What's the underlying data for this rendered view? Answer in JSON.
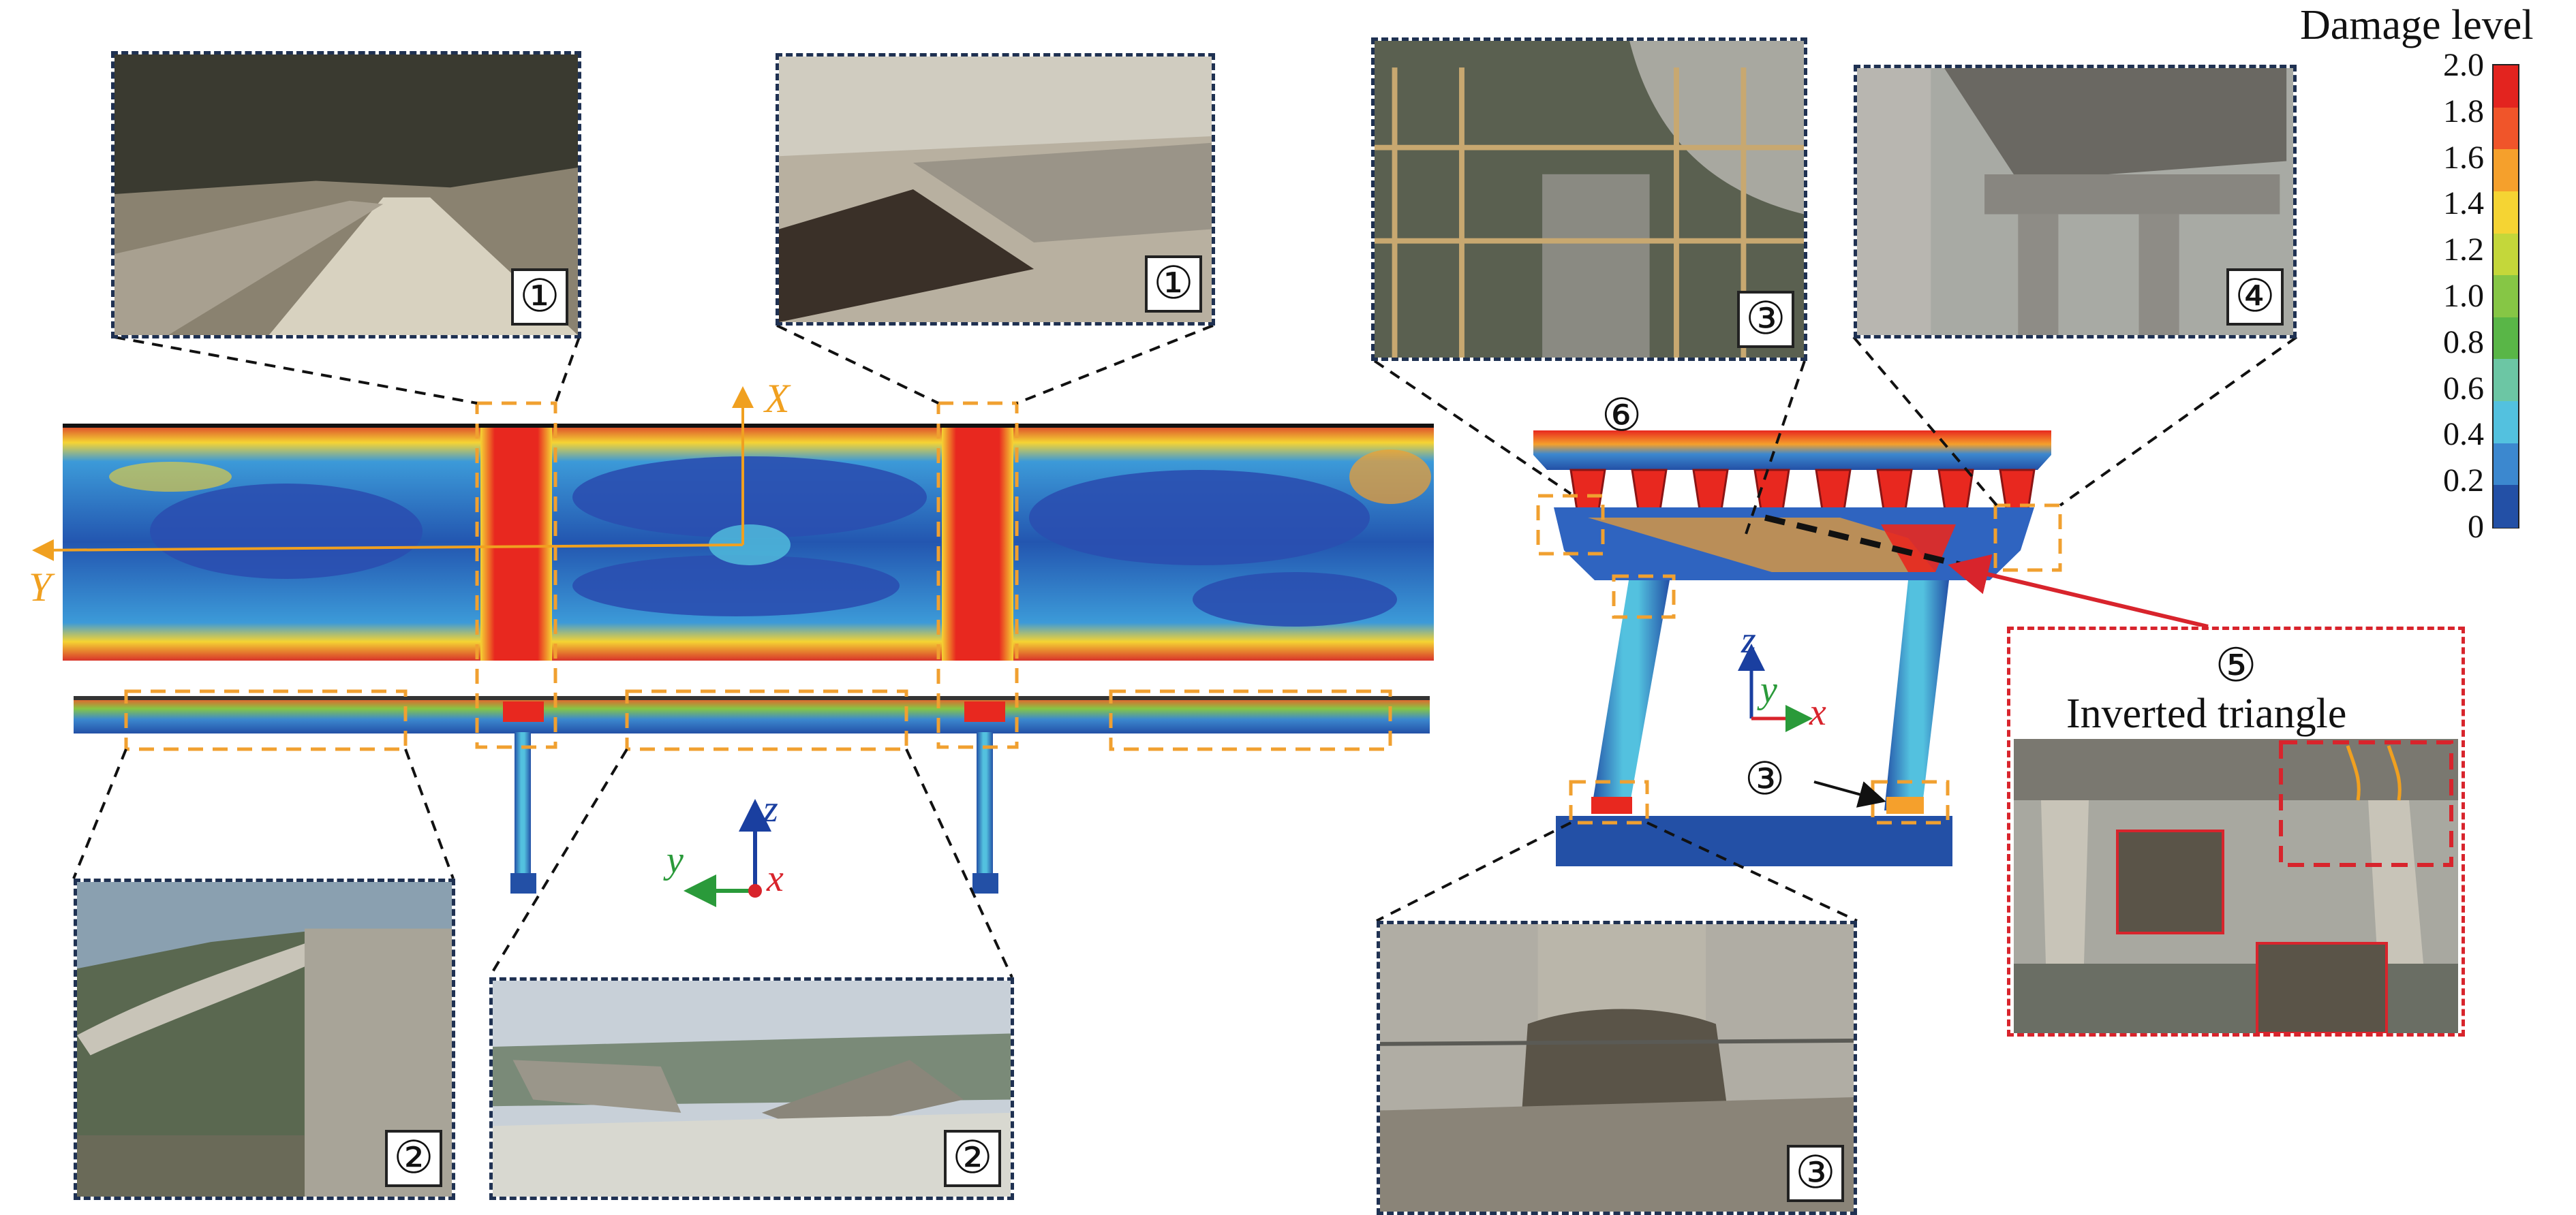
{
  "legend": {
    "title": "Damage level",
    "ticks": [
      "2.0",
      "1.8",
      "1.6",
      "1.4",
      "1.2",
      "1.0",
      "0.8",
      "0.6",
      "0.4",
      "0.2",
      "0"
    ],
    "colors": [
      "#e3241f",
      "#f0552a",
      "#f5a02c",
      "#f5d433",
      "#c4d73a",
      "#86c645",
      "#59b647",
      "#6cc6a4",
      "#53c1df",
      "#3c88cf",
      "#2350a6"
    ]
  },
  "markers": {
    "m1": "①",
    "m2": "②",
    "m3": "③",
    "m4": "④",
    "m5": "⑤",
    "m6": "⑥"
  },
  "annotation": {
    "inverted_triangle": "Inverted triangle"
  },
  "axes": {
    "plan": {
      "X": "X",
      "Y": "Y"
    },
    "elevation": {
      "z": "z",
      "y": "y",
      "x": "x"
    },
    "section": {
      "z": "z",
      "y": "y",
      "x": "x"
    }
  },
  "colors": {
    "photo_border": "#1f3152",
    "highlight_box": "#f0a030",
    "red_box": "#d8242c",
    "axis_orange": "#f0a020",
    "axis_blue": "#1a3fa0",
    "axis_green": "#2a9a3a",
    "axis_red": "#d8242c"
  }
}
